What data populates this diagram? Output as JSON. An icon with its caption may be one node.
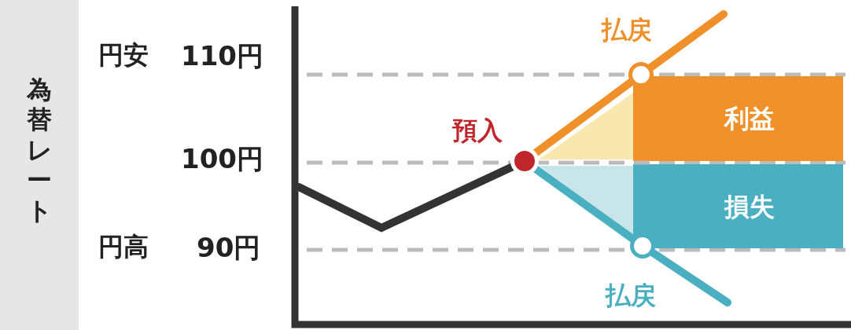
{
  "diagram": {
    "nodes": [
      {
        "text": [],
        "shape": "circle",
        "beside": [
          "預入"
        ]
      },
      {
        "text": [],
        "shape": "circle",
        "beside": [
          "払戻"
        ]
      },
      {
        "text": [],
        "shape": "circle",
        "beside": [
          "払戻"
        ]
      },
      {
        "text": [
          "利益"
        ]
      },
      {
        "text": [
          "損失"
        ]
      }
    ],
    "edges": [
      {
        "from": null,
        "to": 0,
        "arrow": "none",
        "color": "#333333"
      },
      {
        "from": 0,
        "to": 1,
        "arrow": "none",
        "color": "#f0902a"
      },
      {
        "from": 1,
        "to": null,
        "arrow": "none",
        "color": "#f0902a"
      },
      {
        "from": 0,
        "to": 2,
        "arrow": "none",
        "color": "#4aafc0"
      },
      {
        "from": 2,
        "to": null,
        "arrow": "none",
        "color": "#4aafc0"
      }
    ],
    "labels": [
      "為替レート",
      "円安",
      "110円",
      "100円",
      "円高",
      "90円"
    ]
  }
}
